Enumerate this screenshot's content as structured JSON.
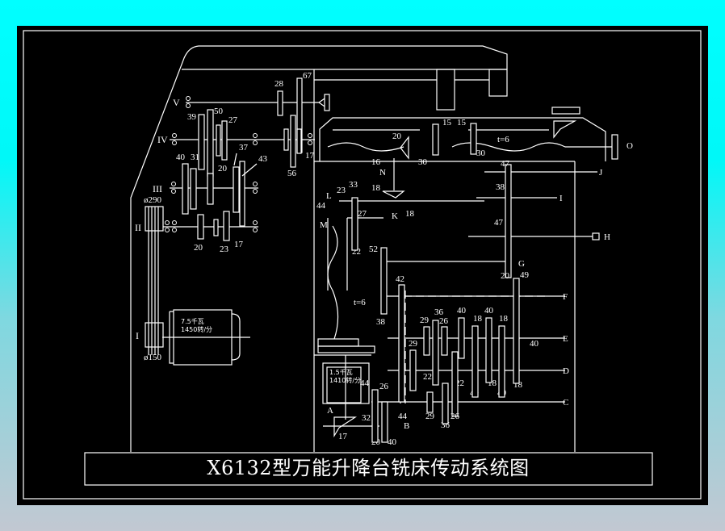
{
  "title": "X6132型万能升降台铣床传动系统图",
  "shafts": {
    "I": "I",
    "II": "II",
    "III": "III",
    "IV": "IV",
    "V": "V",
    "A": "A",
    "B": "B",
    "C": "C",
    "D": "D",
    "E": "E",
    "F": "F",
    "G": "G",
    "H": "H",
    "I_feed": "I",
    "J": "J",
    "K": "K",
    "L": "L",
    "M": "M",
    "N": "N",
    "O": "O"
  },
  "main_motor": {
    "power": "7.5千瓦",
    "speed": "1450转/分"
  },
  "feed_motor": {
    "power": "1.5千瓦",
    "speed": "1410转/分"
  },
  "pulleys": {
    "large": "ø290",
    "small": "ø150"
  },
  "pitch": {
    "table_screw": "t=6",
    "vertical_screw": "t=6"
  },
  "gear_labels": {
    "g28": "28",
    "g67": "67",
    "g50": "50",
    "g39": "39",
    "g27": "27",
    "g40a": "40",
    "g31": "31",
    "g37": "37",
    "g43": "43",
    "g20a": "20",
    "g20b": "20",
    "g23a": "23",
    "g17a": "17",
    "g17b": "17",
    "g56": "56",
    "g20c": "20",
    "g15a": "15",
    "g15b": "15",
    "g30a": "30",
    "g30b": "30",
    "g16": "16",
    "g18a": "18",
    "g18b": "18",
    "g33": "33",
    "g23b": "23",
    "g44a": "44",
    "g27b": "27",
    "g22a": "22",
    "g52": "52",
    "g47a": "47",
    "g38a": "38",
    "g47b": "47",
    "g20d": "20",
    "g49": "49",
    "g42": "42",
    "g38b": "38",
    "g36a": "36",
    "g40b": "40",
    "g40c": "40",
    "g18c": "18",
    "g18d": "18",
    "g29a": "29",
    "g26a": "26",
    "g29b": "29",
    "g40d": "40",
    "g22b": "22",
    "g22c": "22",
    "g18e": "18",
    "g18f": "18",
    "g40e": "40",
    "g40f": "40",
    "g44b": "44",
    "g26b": "26",
    "g44c": "44",
    "g32": "32",
    "g17c": "17",
    "g20e": "20",
    "g40g": "40",
    "g29c": "29",
    "g36b": "36",
    "g26c": "26"
  }
}
